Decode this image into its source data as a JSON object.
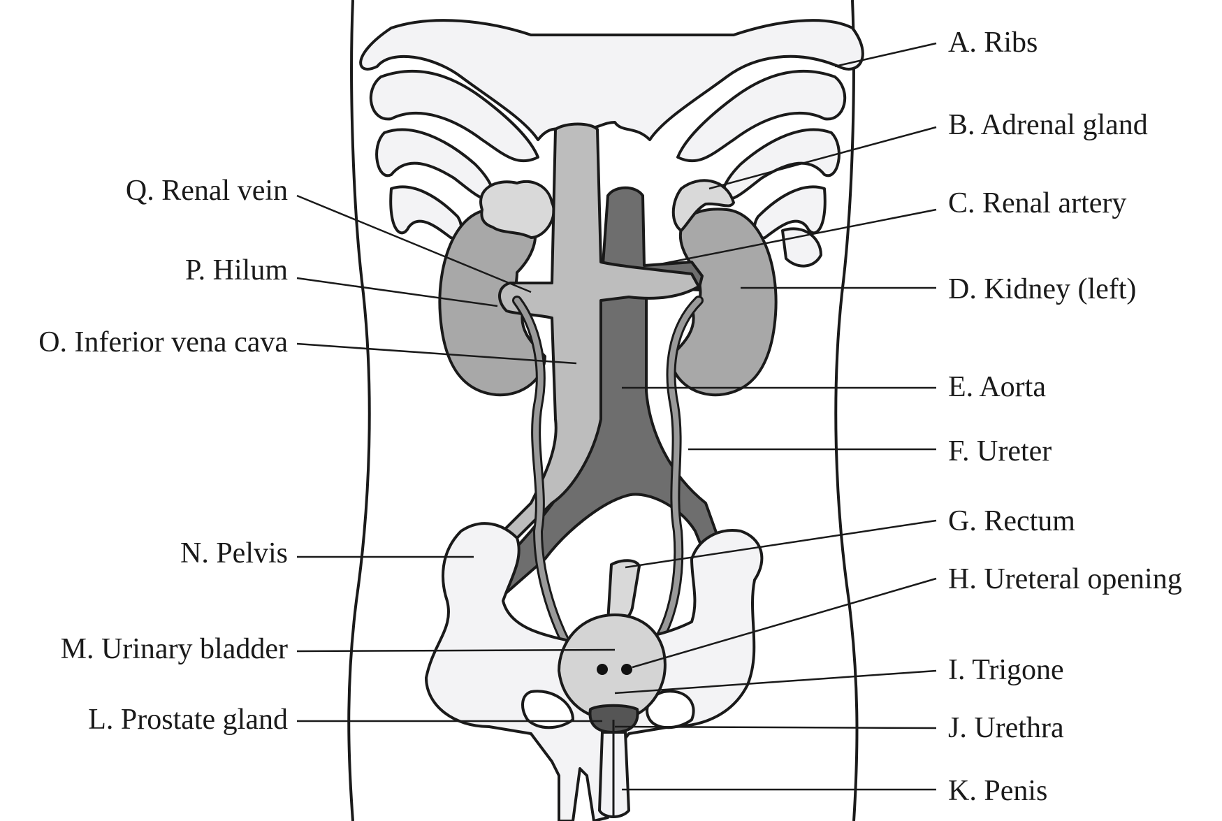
{
  "labels_right": [
    {
      "key": "A",
      "text": "A. Ribs"
    },
    {
      "key": "B",
      "text": "B. Adrenal gland"
    },
    {
      "key": "C",
      "text": "C. Renal artery"
    },
    {
      "key": "D",
      "text": "D. Kidney (left)"
    },
    {
      "key": "E",
      "text": "E. Aorta"
    },
    {
      "key": "F",
      "text": "F. Ureter"
    },
    {
      "key": "G",
      "text": "G. Rectum"
    },
    {
      "key": "H",
      "text": "H. Ureteral opening"
    },
    {
      "key": "I",
      "text": "I. Trigone"
    },
    {
      "key": "J",
      "text": "J. Urethra"
    },
    {
      "key": "K",
      "text": "K. Penis"
    }
  ],
  "labels_left": [
    {
      "key": "Q",
      "text": "Q. Renal vein"
    },
    {
      "key": "P",
      "text": "P. Hilum"
    },
    {
      "key": "O",
      "text": "O. Inferior vena cava"
    },
    {
      "key": "N",
      "text": "N. Pelvis"
    },
    {
      "key": "M",
      "text": "M. Urinary bladder"
    },
    {
      "key": "L",
      "text": "L. Prostate gland"
    }
  ]
}
